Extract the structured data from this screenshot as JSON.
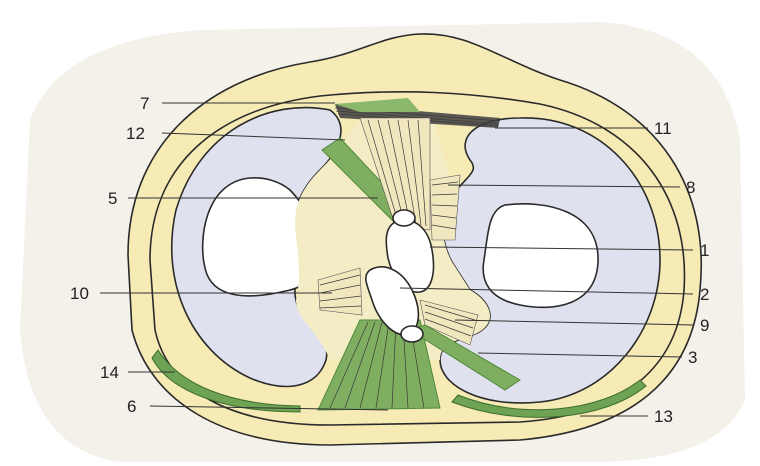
{
  "figure": {
    "colors": {
      "paper": "#f4f1ea",
      "capsule": "#f6eab5",
      "capsule_edge": "#e6d28a",
      "meniscus_surface": "#dfe2ee",
      "cartilage_cream": "#f4ecc4",
      "ligament_green": "#7fae61",
      "ligament_dark_green": "#4e8a3a",
      "bone_white": "#ffffff",
      "ink": "#2a2a2a"
    },
    "labels": [
      {
        "id": "7",
        "text": "7"
      },
      {
        "id": "12",
        "text": "12"
      },
      {
        "id": "5",
        "text": "5"
      },
      {
        "id": "10",
        "text": "10"
      },
      {
        "id": "14",
        "text": "14"
      },
      {
        "id": "6",
        "text": "6"
      },
      {
        "id": "11",
        "text": "11"
      },
      {
        "id": "8",
        "text": "8"
      },
      {
        "id": "1",
        "text": "1"
      },
      {
        "id": "2",
        "text": "2"
      },
      {
        "id": "9",
        "text": "9"
      },
      {
        "id": "3",
        "text": "3"
      },
      {
        "id": "13",
        "text": "13"
      }
    ]
  }
}
